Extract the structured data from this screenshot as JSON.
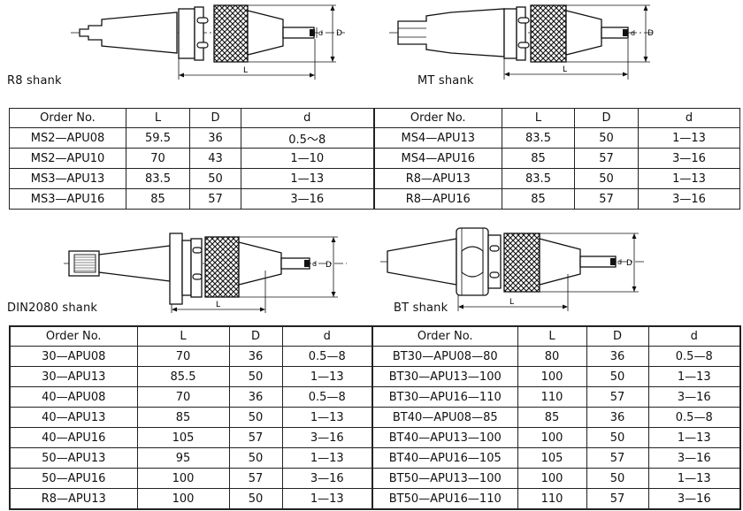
{
  "drawings": [
    {
      "id": "r8",
      "caption": "R8  shank",
      "dim_L": "L",
      "dim_D": "D",
      "dim_d": "d"
    },
    {
      "id": "mt",
      "caption": "MT  shank",
      "dim_L": "L",
      "dim_D": "D",
      "dim_d": "d"
    },
    {
      "id": "din",
      "caption": "DIN2080  shank",
      "dim_L": "L",
      "dim_D": "D",
      "dim_d": "d"
    },
    {
      "id": "bt",
      "caption": "BT  shank",
      "dim_L": "L",
      "dim_D": "D",
      "dim_d": "d"
    }
  ],
  "table1": {
    "headers": [
      "Order No.",
      "L",
      "D",
      "d",
      "Order No.",
      "L",
      "D",
      "d"
    ],
    "rows": [
      [
        "MS2—APU08",
        "59.5",
        "36",
        "0.5～8",
        "MS4—APU13",
        "83.5",
        "50",
        "1—13"
      ],
      [
        "MS2—APU10",
        "70",
        "43",
        "1—10",
        "MS4—APU16",
        "85",
        "57",
        "3—16"
      ],
      [
        "MS3—APU13",
        "83.5",
        "50",
        "1—13",
        "R8—APU13",
        "83.5",
        "50",
        "1—13"
      ],
      [
        "MS3—APU16",
        "85",
        "57",
        "3—16",
        "R8—APU16",
        "85",
        "57",
        "3—16"
      ]
    ]
  },
  "table2": {
    "headers": [
      "Order No.",
      "L",
      "D",
      "d",
      "Order No.",
      "L",
      "D",
      "d"
    ],
    "rows": [
      [
        "30—APU08",
        "70",
        "36",
        "0.5—8",
        "BT30—APU08—80",
        "80",
        "36",
        "0.5—8"
      ],
      [
        "30—APU13",
        "85.5",
        "50",
        "1—13",
        "BT30—APU13—100",
        "100",
        "50",
        "1—13"
      ],
      [
        "40—APU08",
        "70",
        "36",
        "0.5—8",
        "BT30—APU16—110",
        "110",
        "57",
        "3—16"
      ],
      [
        "40—APU13",
        "85",
        "50",
        "1—13",
        "BT40—APU08—85",
        "85",
        "36",
        "0.5—8"
      ],
      [
        "40—APU16",
        "105",
        "57",
        "3—16",
        "BT40—APU13—100",
        "100",
        "50",
        "1—13"
      ],
      [
        "50—APU13",
        "95",
        "50",
        "1—13",
        "BT40—APU16—105",
        "105",
        "57",
        "3—16"
      ],
      [
        "50—APU16",
        "100",
        "57",
        "3—16",
        "BT50—APU13—100",
        "100",
        "50",
        "1—13"
      ],
      [
        "R8—APU13",
        "100",
        "50",
        "1—13",
        "BT50—APU16—110",
        "110",
        "57",
        "3—16"
      ]
    ]
  }
}
